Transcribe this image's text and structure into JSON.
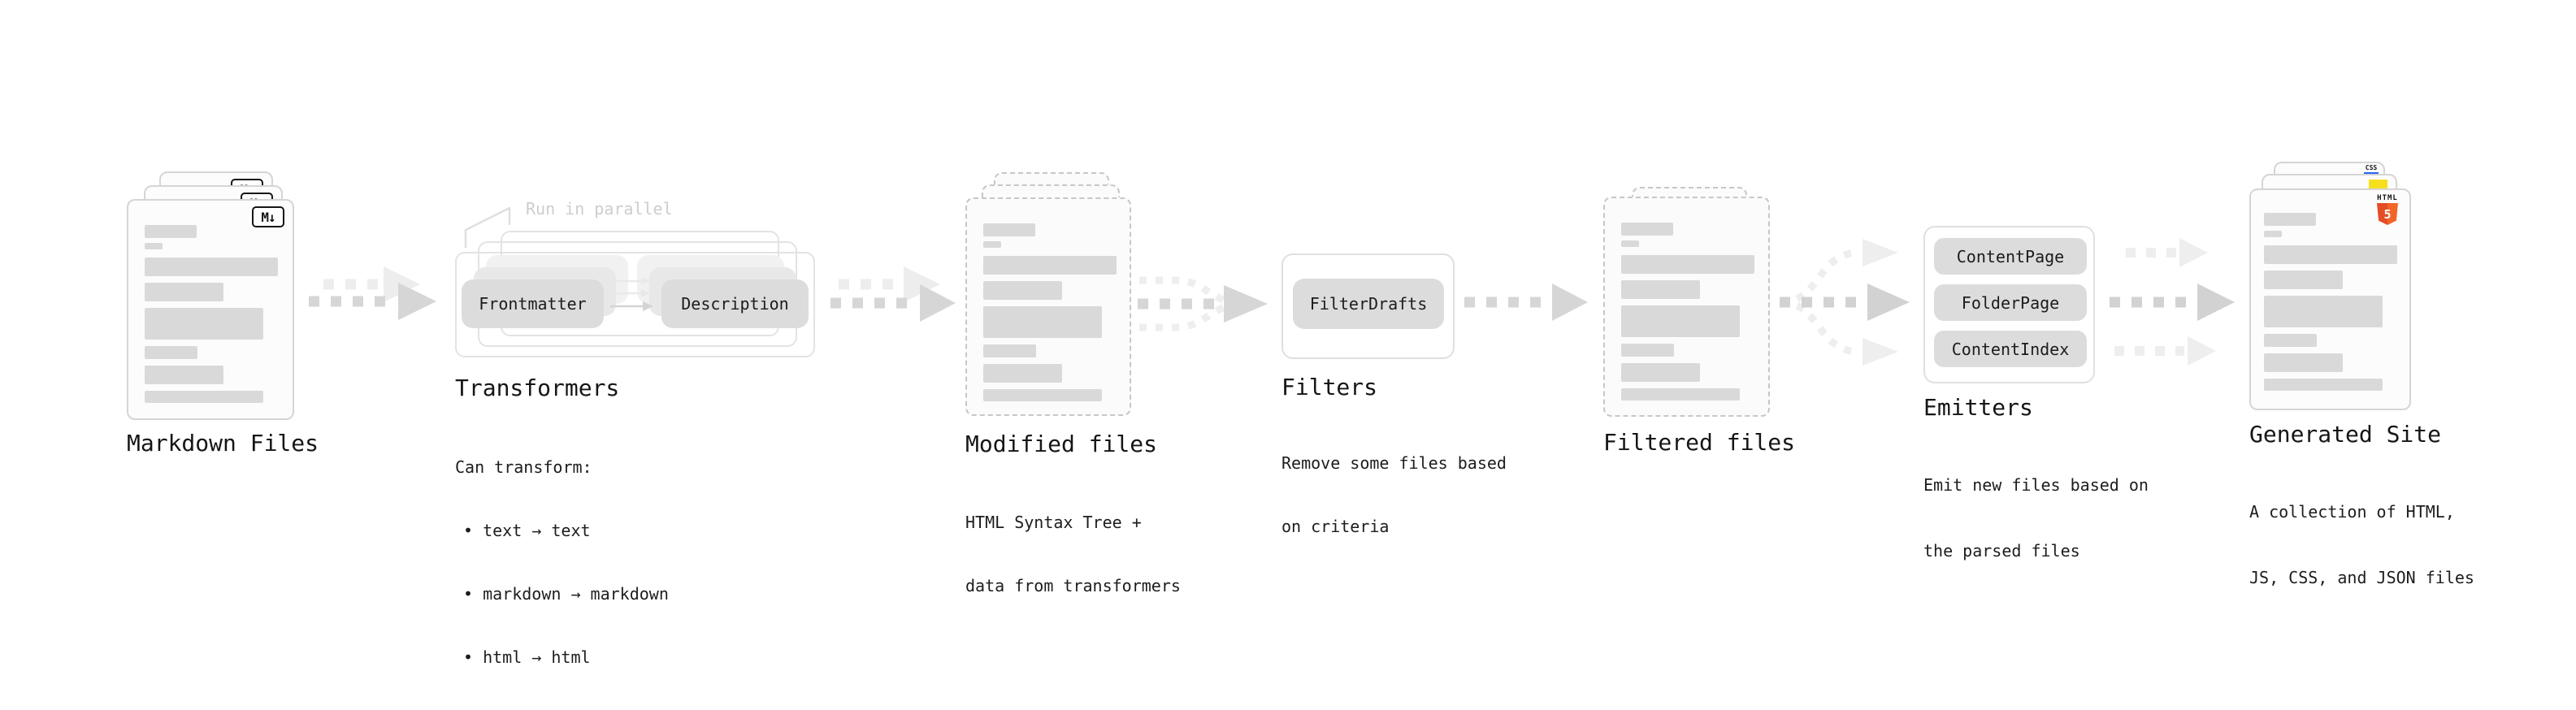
{
  "page": {
    "background": "#ffffff"
  },
  "colors": {
    "arrow": "#d6d6d6",
    "arrow_ghost": "#ededed",
    "doc_bar": "#d9d9d9",
    "pill_bg": "#dcdcdc",
    "html5_orange": "#e34f26",
    "js_yellow": "#f7df1e",
    "css_blue": "#2965f1"
  },
  "stages": {
    "markdown": {
      "label": "Markdown Files",
      "file_icon": "M↓"
    },
    "transformers": {
      "label": "Transformers",
      "annotation": "Run in parallel",
      "pill_left": "Frontmatter",
      "pill_right": "Description",
      "caption_title": "Can transform:",
      "bullet1": "• text → text",
      "bullet2": "• markdown → markdown",
      "bullet3": "• html → html"
    },
    "modified": {
      "label": "Modified files",
      "caption1": "HTML Syntax Tree +",
      "caption2": "data from transformers"
    },
    "filters": {
      "label": "Filters",
      "pill": "FilterDrafts",
      "caption1": "Remove some files based",
      "caption2": "on criteria"
    },
    "filtered": {
      "label": "Filtered files"
    },
    "emitters": {
      "label": "Emitters",
      "pill1": "ContentPage",
      "pill2": "FolderPage",
      "pill3": "ContentIndex",
      "caption1": "Emit new files based on",
      "caption2": "the parsed files"
    },
    "generated": {
      "label": "Generated Site",
      "caption1": "A collection of HTML,",
      "caption2": "JS, CSS, and JSON files",
      "badge_html_top": "HTML",
      "badge_html_number": "5",
      "badge_css": "CSS"
    }
  }
}
